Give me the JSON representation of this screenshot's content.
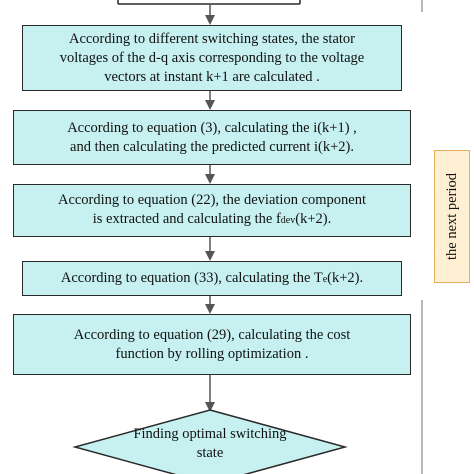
{
  "steps": [
    [
      "According to different switching states, the stator",
      "voltages of the d-q axis corresponding to the voltage",
      "vectors at instant k+1 are calculated ."
    ],
    [
      "According to equation (3), calculating the i(k+1) ,",
      "and then calculating the predicted current i(k+2)."
    ],
    [
      "According to equation (22), the deviation component",
      "is extracted and calculating the f",
      "dev",
      "(k+2)."
    ],
    [
      "According to equation (33), calculating the T",
      "e",
      "(k+2)."
    ],
    [
      "According to equation (29), calculating the cost",
      "function by rolling optimization ."
    ]
  ],
  "decision": [
    "Finding optimal switching",
    "state"
  ],
  "side_label": "the next period",
  "colors": {
    "box_fill": "#c7f1f1",
    "decision_fill": "#c7f1f1",
    "side_fill": "#ffefd3",
    "side_border": "#e6b060"
  }
}
